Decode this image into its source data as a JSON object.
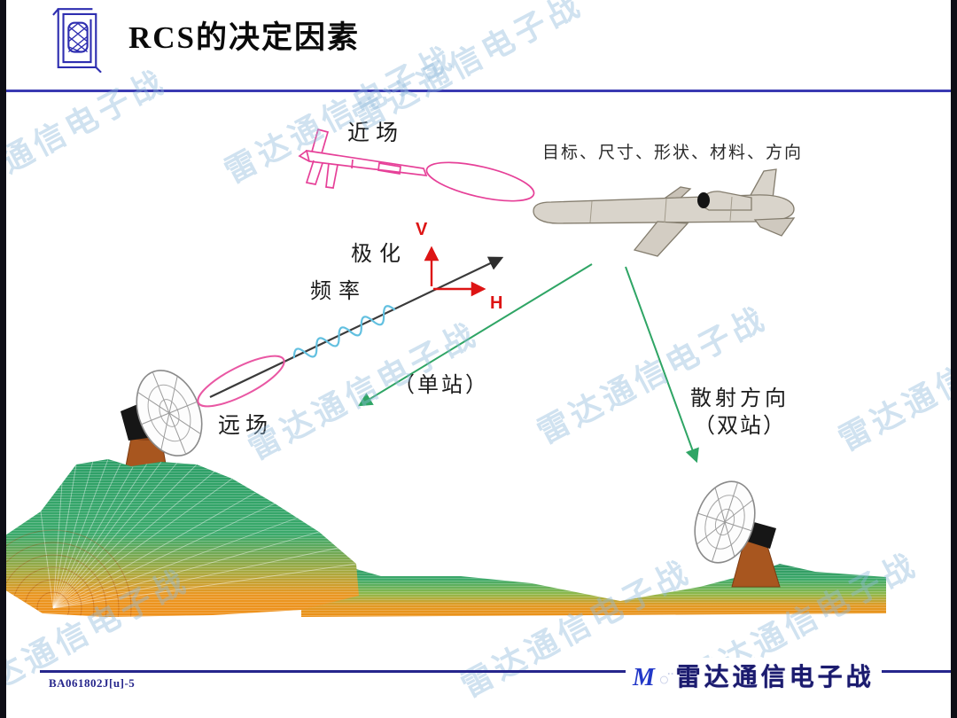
{
  "header": {
    "title": "RCS的决定因素",
    "logo_icon": "institute-emblem-icon"
  },
  "diagram": {
    "near_field": "近场",
    "target_factors": "目标、尺寸、形状、材料、方向",
    "polarization": "极化",
    "frequency": "频率",
    "v_axis": "V",
    "h_axis": "H",
    "monostatic": "（单站）",
    "scatter_direction": "散射方向",
    "bistatic": "（双站）",
    "far_field": "远场",
    "icons": {
      "left_antenna": "radar-dish-icon",
      "right_antenna": "radar-dish-icon",
      "near_field_pattern": "missile-wireframe-icon",
      "target": "cruise-missile-icon"
    }
  },
  "watermark": {
    "text": "雷达通信电子战"
  },
  "footer": {
    "doc_id": "BA061802J[u]-5",
    "brand_prefix": "M",
    "brand_faint": "○¨",
    "brand_text": "雷达通信电子战"
  },
  "colors": {
    "header_rule": "#3a3ab2",
    "footer_rule": "#26268c",
    "logo_blue": "#2e2eb0",
    "beam_pink": "#e64098",
    "axis_red": "#dd1414",
    "arrow_green": "#2fa565",
    "wave_cyan": "#62c0e0",
    "terrain_green": "#2f9e68",
    "terrain_orange": "#ef8f1a",
    "pedestal_brown": "#a8561f",
    "watermark_blue": "#8eb9db"
  }
}
